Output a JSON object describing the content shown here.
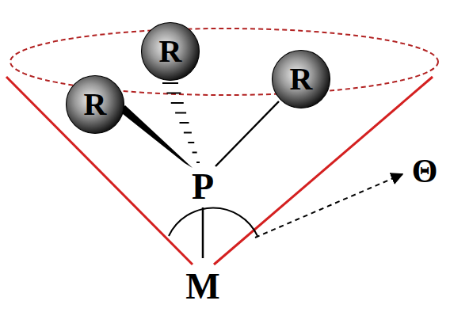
{
  "diagram": {
    "nodes": [
      {
        "text": [
          "R"
        ]
      },
      {
        "text": [
          "R"
        ]
      },
      {
        "text": [
          "R"
        ]
      }
    ],
    "labels": [
      "P",
      "M",
      "Θ"
    ]
  }
}
